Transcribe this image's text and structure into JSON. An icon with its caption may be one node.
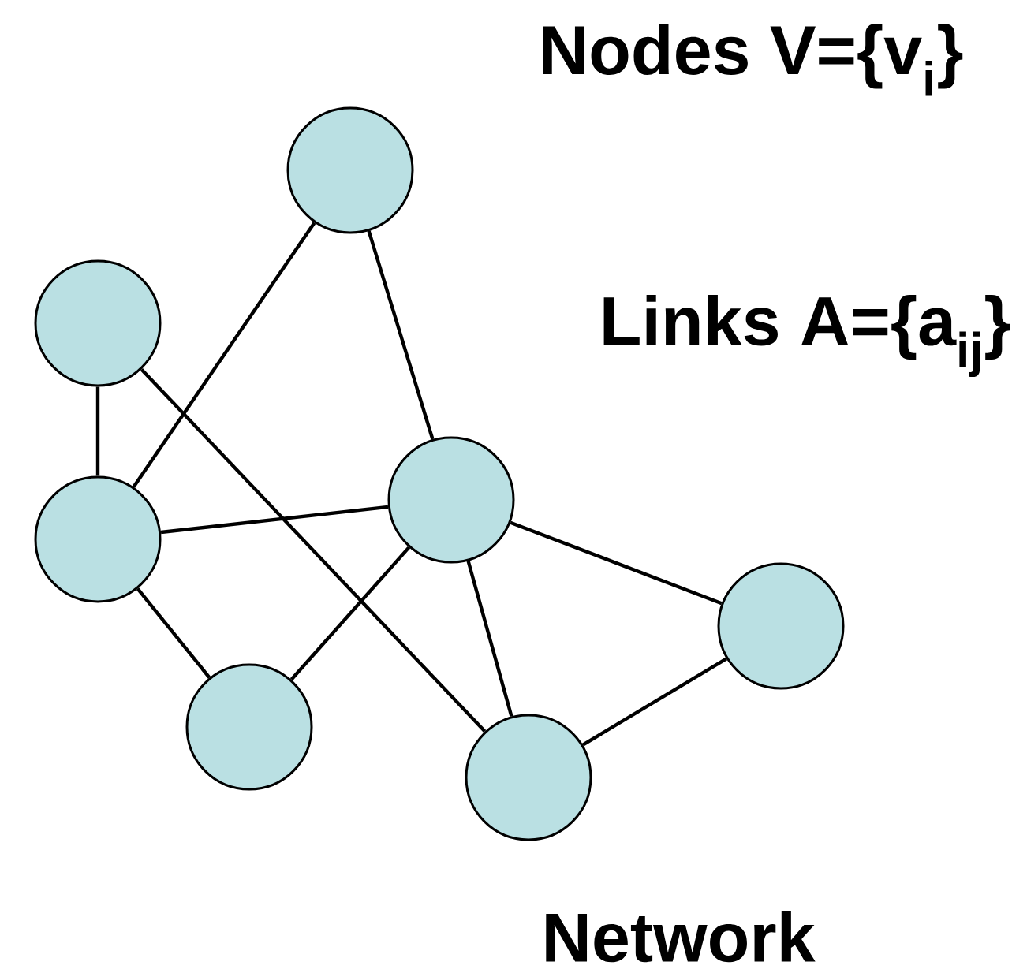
{
  "diagram": {
    "nodes": [
      {
        "text": [],
        "shape": "circle"
      },
      {
        "text": [],
        "shape": "circle"
      },
      {
        "text": [],
        "shape": "circle"
      },
      {
        "text": [],
        "shape": "circle"
      },
      {
        "text": [],
        "shape": "circle"
      },
      {
        "text": [],
        "shape": "circle"
      },
      {
        "text": [],
        "shape": "circle"
      }
    ],
    "edges": [
      {
        "from": 0,
        "to": 2,
        "arrow": "none"
      },
      {
        "from": 0,
        "to": 3,
        "arrow": "none"
      },
      {
        "from": 1,
        "to": 2,
        "arrow": "none"
      },
      {
        "from": 1,
        "to": 5,
        "arrow": "none"
      },
      {
        "from": 2,
        "to": 3,
        "arrow": "none"
      },
      {
        "from": 2,
        "to": 4,
        "arrow": "none"
      },
      {
        "from": 4,
        "to": 3,
        "arrow": "none"
      },
      {
        "from": 3,
        "to": 5,
        "arrow": "none"
      },
      {
        "from": 3,
        "to": 6,
        "arrow": "none"
      },
      {
        "from": 6,
        "to": 5,
        "arrow": "none"
      }
    ],
    "labels": [
      "Nodes V={v$_{i}$}",
      "Links A={a$_{ij}$}",
      "Network"
    ]
  }
}
